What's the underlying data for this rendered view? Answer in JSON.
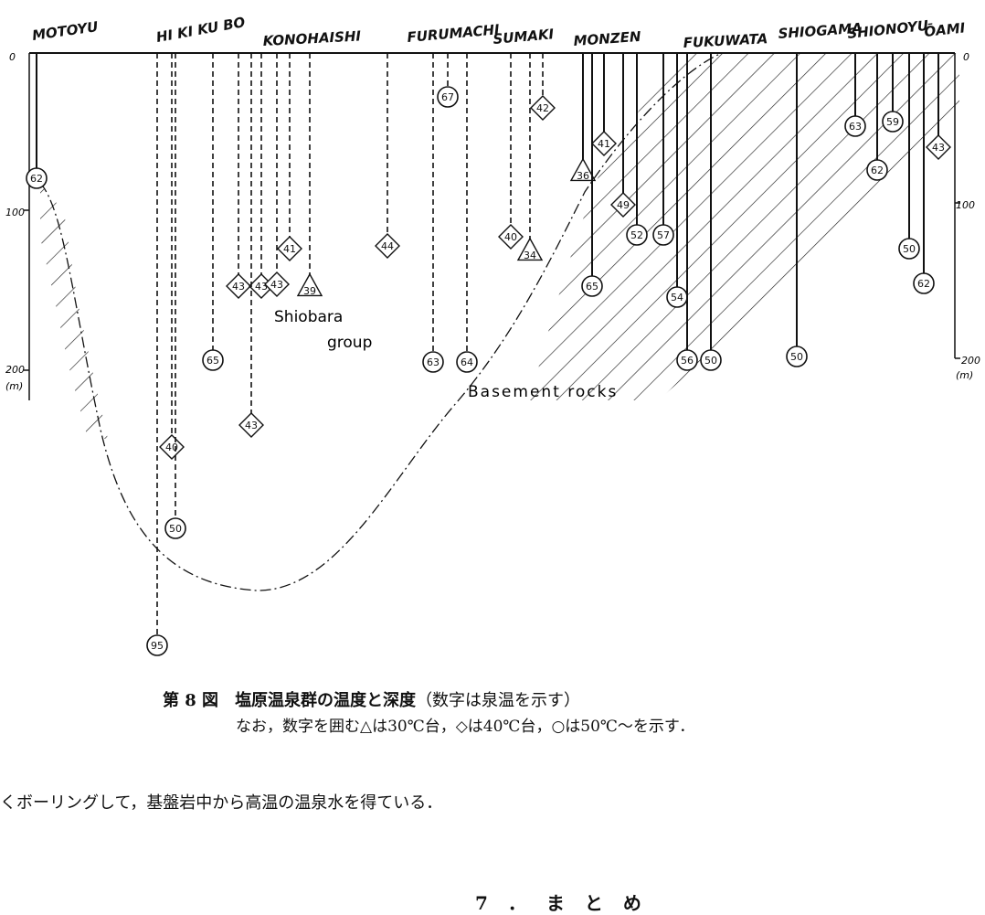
{
  "figure": {
    "stations": [
      "MOTOYU",
      "HI KI KU BO",
      "KONOHAISHI",
      "FURUMACHI",
      "SUMAKI",
      "MONZEN",
      "FUKUWATA",
      "SHIOGAMA",
      "SHIONOYU",
      "ŌAMI"
    ],
    "depth_axis_left": {
      "ticks": [
        "0",
        "100",
        "200"
      ],
      "unit": "(m)"
    },
    "depth_axis_right": {
      "ticks": [
        "0",
        "100",
        "200"
      ],
      "unit": "(m)"
    },
    "region_labels": {
      "group_line1": "Shiobara",
      "group_line2": "group",
      "basement": "Basement rocks"
    },
    "wells": [
      {
        "station": "MOTOYU",
        "temp": "62",
        "marker": "circle",
        "line": "solid"
      },
      {
        "station": "HI KI KU BO",
        "temp": "95",
        "marker": "circle",
        "line": "dashed"
      },
      {
        "station": "HI KI KU BO",
        "temp": "40",
        "marker": "diamond",
        "line": "dashed"
      },
      {
        "station": "HI KI KU BO",
        "temp": "50",
        "marker": "circle",
        "line": "dashed"
      },
      {
        "station": "HI KI KU BO",
        "temp": "65",
        "marker": "circle",
        "line": "dashed"
      },
      {
        "station": "KONOHAISHI",
        "temp": "43",
        "marker": "diamond",
        "line": "dashed"
      },
      {
        "station": "KONOHAISHI",
        "temp": "43",
        "marker": "diamond",
        "line": "dashed"
      },
      {
        "station": "KONOHAISHI",
        "temp": "43",
        "marker": "diamond",
        "line": "dashed"
      },
      {
        "station": "KONOHAISHI",
        "temp": "43",
        "marker": "diamond",
        "line": "dashed"
      },
      {
        "station": "KONOHAISHI",
        "temp": "41",
        "marker": "diamond",
        "line": "dashed"
      },
      {
        "station": "KONOHAISHI",
        "temp": "39",
        "marker": "triangle",
        "line": "dashed"
      },
      {
        "station": "FURUMACHI",
        "temp": "44",
        "marker": "diamond",
        "line": "dashed"
      },
      {
        "station": "FURUMACHI",
        "temp": "63",
        "marker": "circle",
        "line": "dashed"
      },
      {
        "station": "FURUMACHI",
        "temp": "67",
        "marker": "circle",
        "line": "dashed"
      },
      {
        "station": "FURUMACHI",
        "temp": "64",
        "marker": "circle",
        "line": "dashed"
      },
      {
        "station": "SUMAKI",
        "temp": "40",
        "marker": "diamond",
        "line": "dashed"
      },
      {
        "station": "SUMAKI",
        "temp": "34",
        "marker": "triangle",
        "line": "dashed"
      },
      {
        "station": "SUMAKI",
        "temp": "42",
        "marker": "diamond",
        "line": "dashed"
      },
      {
        "station": "MONZEN",
        "temp": "36",
        "marker": "triangle",
        "line": "solid"
      },
      {
        "station": "MONZEN",
        "temp": "65",
        "marker": "circle",
        "line": "solid"
      },
      {
        "station": "MONZEN",
        "temp": "41",
        "marker": "diamond",
        "line": "solid"
      },
      {
        "station": "MONZEN",
        "temp": "49",
        "marker": "diamond",
        "line": "solid"
      },
      {
        "station": "MONZEN",
        "temp": "52",
        "marker": "circle",
        "line": "solid"
      },
      {
        "station": "FUKUWATA",
        "temp": "57",
        "marker": "circle",
        "line": "solid"
      },
      {
        "station": "FUKUWATA",
        "temp": "54",
        "marker": "circle",
        "line": "solid"
      },
      {
        "station": "FUKUWATA",
        "temp": "56",
        "marker": "circle",
        "line": "solid"
      },
      {
        "station": "FUKUWATA",
        "temp": "50",
        "marker": "circle",
        "line": "solid"
      },
      {
        "station": "SHIOGAMA",
        "temp": "50",
        "marker": "circle",
        "line": "solid"
      },
      {
        "station": "SHIONOYU",
        "temp": "63",
        "marker": "circle",
        "line": "solid"
      },
      {
        "station": "SHIONOYU",
        "temp": "62",
        "marker": "circle",
        "line": "solid"
      },
      {
        "station": "SHIONOYU",
        "temp": "59",
        "marker": "circle",
        "line": "solid"
      },
      {
        "station": "ŌAMI",
        "temp": "50",
        "marker": "circle",
        "line": "solid"
      },
      {
        "station": "ŌAMI",
        "temp": "62",
        "marker": "circle",
        "line": "solid"
      },
      {
        "station": "ŌAMI",
        "temp": "43",
        "marker": "diamond",
        "line": "solid"
      }
    ]
  },
  "caption": {
    "number": "第 8 図",
    "title": "塩原温泉群の温度と深度",
    "paren": "（数字は泉温を示す）",
    "note": "なお，数字を囲む△は30℃台，◇は40℃台，○は50℃～を示す．"
  },
  "body_text": "くボーリングして，基盤岩中から高温の温泉水を得ている．",
  "section_heading": "7．まとめ",
  "colors": {
    "ink": "#111111",
    "hatch": "#222222",
    "paper": "#ffffff"
  }
}
